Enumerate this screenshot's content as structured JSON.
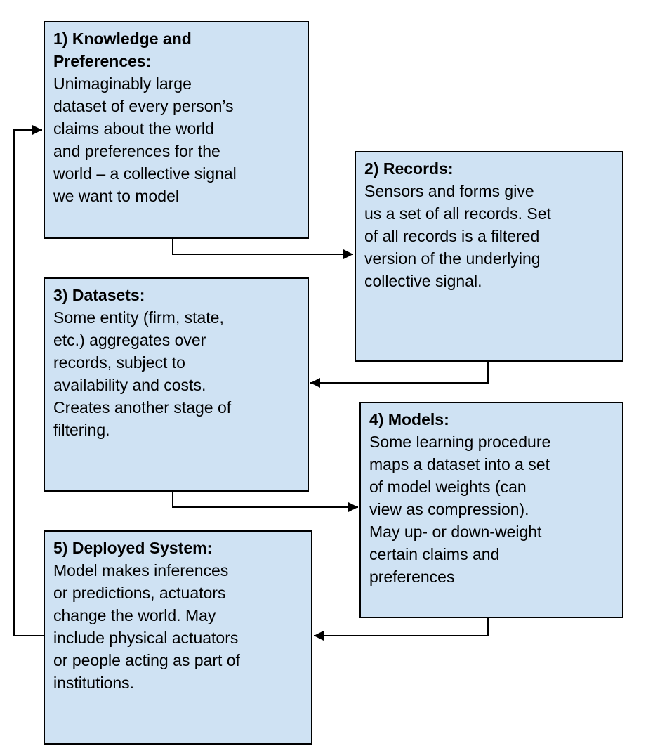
{
  "diagram": {
    "boxes": [
      {
        "id": "knowledge-and-preferences",
        "title": "1) Knowledge and\nPreferences:",
        "body": "Unimaginably large\ndataset of every person’s\nclaims about the world\nand preferences for the\nworld – a collective signal\nwe want to model"
      },
      {
        "id": "records",
        "title": "2) Records:",
        "body": "Sensors and forms give\nus a set of all records. Set\nof all records is a filtered\nversion of the underlying\ncollective signal."
      },
      {
        "id": "datasets",
        "title": "3) Datasets:",
        "body": "Some entity (firm, state,\netc.) aggregates over\nrecords, subject to\navailability and costs.\nCreates another stage of\nfiltering."
      },
      {
        "id": "models",
        "title": "4) Models:",
        "body": "Some learning procedure\nmaps a dataset into a set\nof model weights (can\nview as compression).\nMay up- or down-weight\ncertain claims and\npreferences"
      },
      {
        "id": "deployed-system",
        "title": "5) Deployed System:",
        "body": "Model makes inferences\nor predictions, actuators\nchange the world. May\ninclude physical actuators\nor people acting as part of\ninstitutions."
      }
    ],
    "connections": [
      {
        "from": "knowledge-and-preferences",
        "to": "records"
      },
      {
        "from": "records",
        "to": "datasets"
      },
      {
        "from": "datasets",
        "to": "models"
      },
      {
        "from": "models",
        "to": "deployed-system"
      },
      {
        "from": "deployed-system",
        "to": "knowledge-and-preferences"
      }
    ],
    "colors": {
      "box_fill": "#cfe2f3",
      "box_border": "#000000",
      "arrow": "#000000",
      "background": "#ffffff"
    }
  }
}
